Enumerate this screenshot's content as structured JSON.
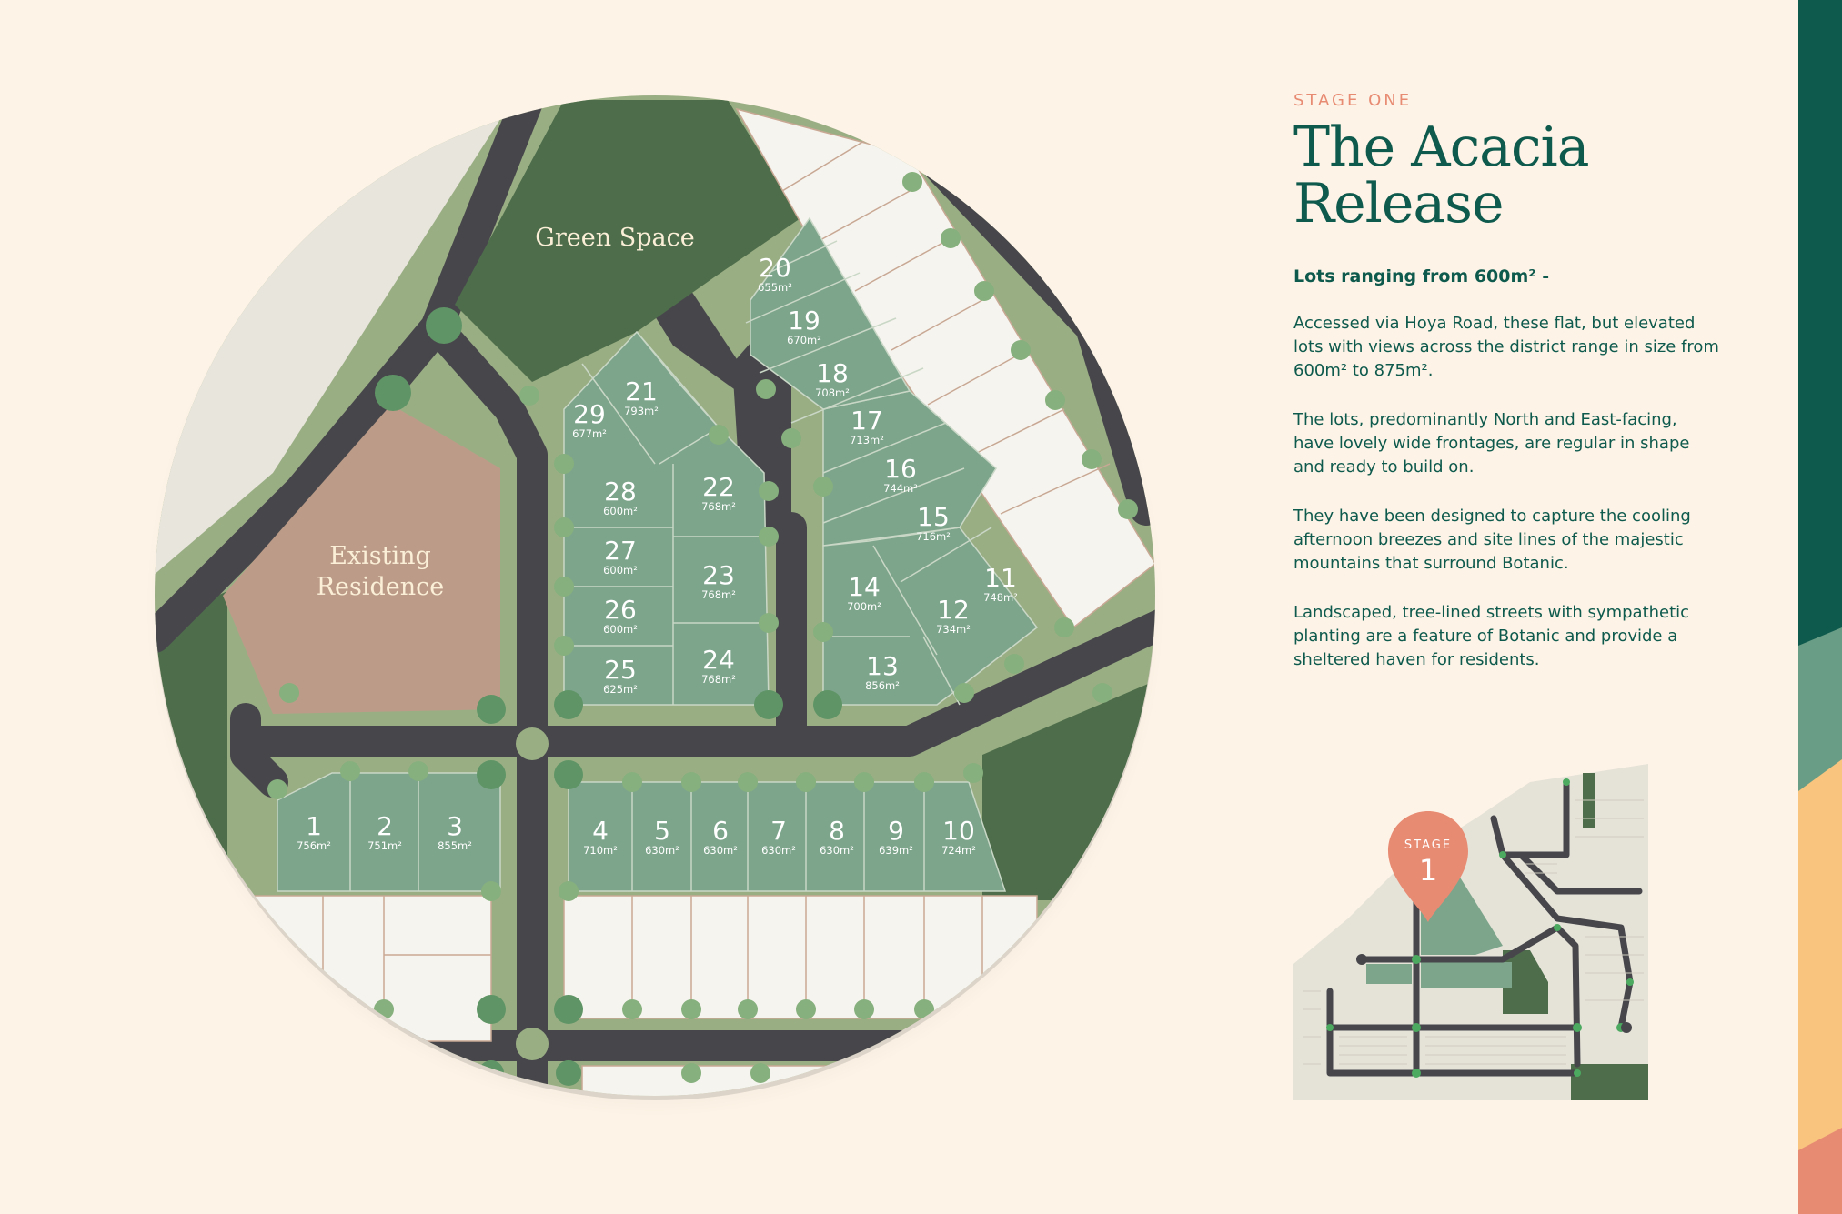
{
  "info": {
    "stage_label": "STAGE ONE",
    "title_line1": "The Acacia",
    "title_line2": "Release",
    "lots_range": "Lots ranging from 600m² -",
    "paragraphs": [
      "Accessed via Hoya Road, these flat, but elevated lots with views across the district range in size from 600m² to 875m².",
      "The lots, predominantly North and East-facing, have lovely wide frontages, are regular in shape and ready to build on.",
      "They have been designed to capture the cooling afternoon breezes and site lines of the majestic mountains that surround Botanic.",
      "Landscaped, tree-lined streets with sympathetic planting are a feature of Botanic and provide a sheltered haven for residents."
    ]
  },
  "map": {
    "green_space_label": "Green Space",
    "existing_residence_line1": "Existing",
    "existing_residence_line2": "Residence",
    "lots": [
      {
        "number": "1",
        "area": "756m²"
      },
      {
        "number": "2",
        "area": "751m²"
      },
      {
        "number": "3",
        "area": "855m²"
      },
      {
        "number": "4",
        "area": "710m²"
      },
      {
        "number": "5",
        "area": "630m²"
      },
      {
        "number": "6",
        "area": "630m²"
      },
      {
        "number": "7",
        "area": "630m²"
      },
      {
        "number": "8",
        "area": "630m²"
      },
      {
        "number": "9",
        "area": "639m²"
      },
      {
        "number": "10",
        "area": "724m²"
      },
      {
        "number": "12",
        "area": "734m²"
      },
      {
        "number": "11",
        "area": "748m²"
      },
      {
        "number": "13",
        "area": "856m²"
      },
      {
        "number": "14",
        "area": "700m²"
      },
      {
        "number": "15",
        "area": "716m²"
      },
      {
        "number": "16",
        "area": "744m²"
      },
      {
        "number": "17",
        "area": "713m²"
      },
      {
        "number": "18",
        "area": "708m²"
      },
      {
        "number": "19",
        "area": "670m²"
      },
      {
        "number": "20",
        "area": "655m²"
      },
      {
        "number": "21",
        "area": "793m²"
      },
      {
        "number": "22",
        "area": "768m²"
      },
      {
        "number": "23",
        "area": "768m²"
      },
      {
        "number": "24",
        "area": "768m²"
      },
      {
        "number": "25",
        "area": "625m²"
      },
      {
        "number": "26",
        "area": "600m²"
      },
      {
        "number": "27",
        "area": "600m²"
      },
      {
        "number": "28",
        "area": "600m²"
      },
      {
        "number": "29",
        "area": "677m²"
      }
    ]
  },
  "pin": {
    "label": "STAGE",
    "number": "1"
  },
  "colors": {
    "background": "#fdf3e6",
    "lot_green": "#7da58c",
    "road": "#47474b",
    "verge": "#9aae84",
    "dark_green": "#4e6e4b",
    "residence": "#bc9c88",
    "accent_salmon": "#e88b73",
    "text_teal": "#0e5a4d"
  }
}
